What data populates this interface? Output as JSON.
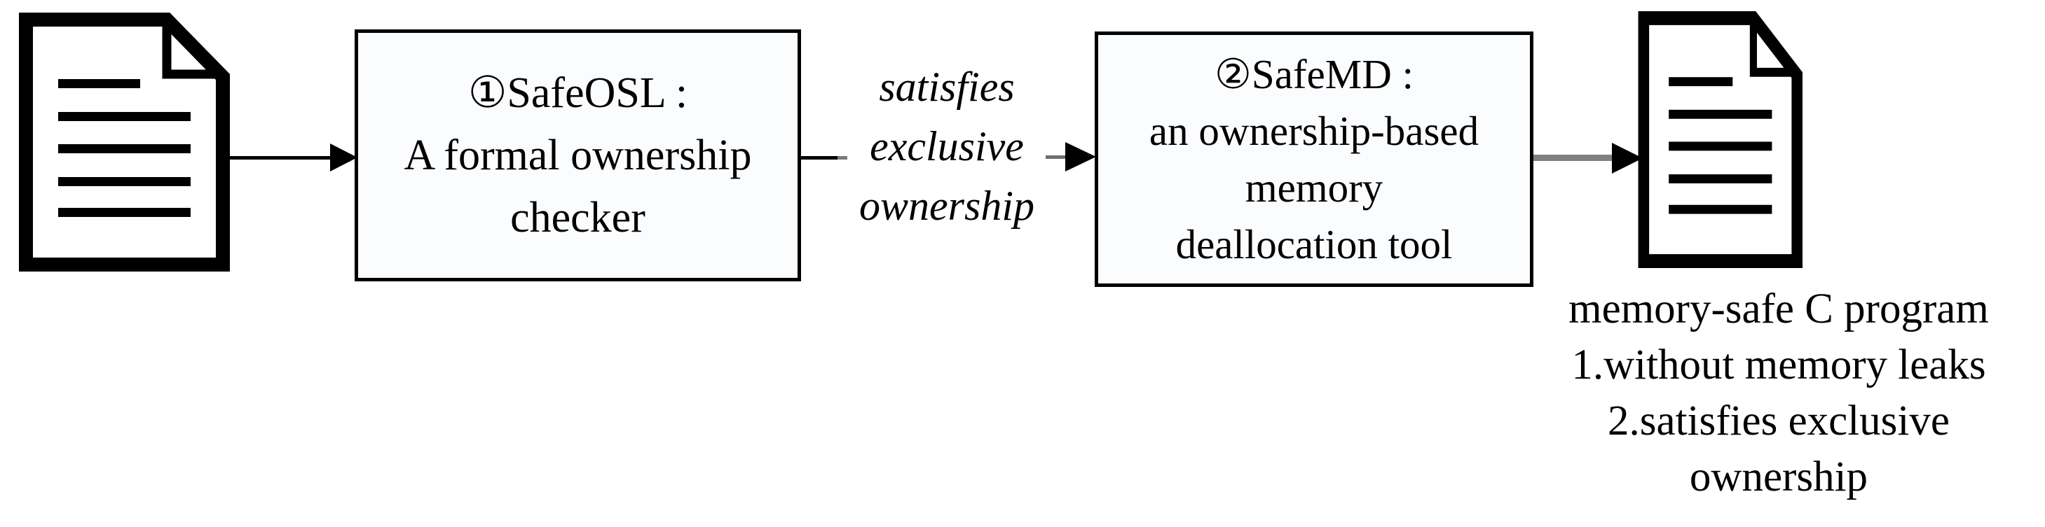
{
  "diagram": {
    "input_document": {
      "icon": "document-icon"
    },
    "safeosl_box": {
      "lines": [
        "①SafeOSL :",
        "A formal ownership",
        "checker"
      ]
    },
    "edge_label": {
      "lines": [
        "satisfies",
        "exclusive",
        "ownership"
      ]
    },
    "safemd_box": {
      "lines": [
        "②SafeMD :",
        "an ownership-based",
        "memory",
        "deallocation tool"
      ]
    },
    "output_document": {
      "icon": "document-icon"
    },
    "output_caption": {
      "lines": [
        "memory-safe C program",
        "1.without memory leaks",
        "2.satisfies exclusive",
        "ownership"
      ]
    },
    "colors": {
      "box_fill": "#fbfcfe",
      "stroke": "#000000",
      "gray_arrow": "#808080"
    }
  }
}
